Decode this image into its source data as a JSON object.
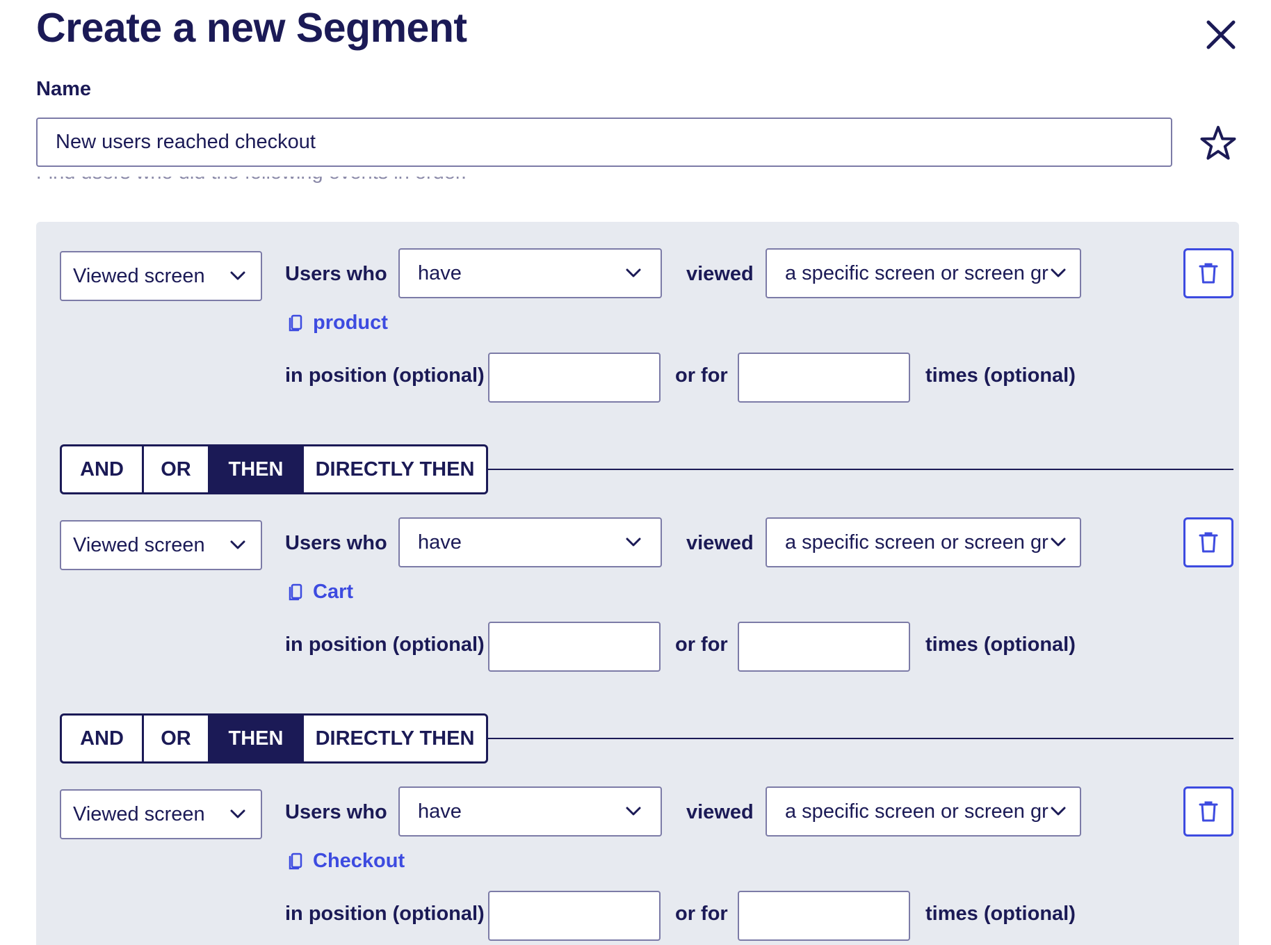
{
  "dialog": {
    "title": "Create a new Segment",
    "close_icon": "close-icon"
  },
  "name_field": {
    "label": "Name",
    "value": "New users reached checkout",
    "favorite_icon": "star-icon"
  },
  "clipped_helper_text": "Find users who did the following events in order.",
  "labels": {
    "users_who": "Users who",
    "viewed": "viewed",
    "in_position": "in position (optional)",
    "or_for": "or for",
    "times": "times (optional)"
  },
  "conditions": [
    {
      "event_type": "Viewed screen",
      "have": "have",
      "screen_select": "a specific screen or screen group",
      "screen_name": "product",
      "position_value": "",
      "times_value": ""
    },
    {
      "event_type": "Viewed screen",
      "have": "have",
      "screen_select": "a specific screen or screen group",
      "screen_name": "Cart",
      "position_value": "",
      "times_value": ""
    },
    {
      "event_type": "Viewed screen",
      "have": "have",
      "screen_select": "a specific screen or screen group",
      "screen_name": "Checkout",
      "position_value": "",
      "times_value": ""
    }
  ],
  "operators": [
    {
      "and": "AND",
      "or": "OR",
      "then": "THEN",
      "directly_then": "DIRECTLY THEN",
      "selected": "THEN"
    },
    {
      "and": "AND",
      "or": "OR",
      "then": "THEN",
      "directly_then": "DIRECTLY THEN",
      "selected": "THEN"
    }
  ],
  "icons": {
    "delete": "trash-icon",
    "screen": "screen-copy-icon",
    "dropdown": "chevron-down-icon"
  },
  "colors": {
    "text_primary": "#1b1a56",
    "accent_blue": "#3d4be0",
    "panel_bg": "#e7eaf0",
    "input_border": "#7c7ba7"
  }
}
